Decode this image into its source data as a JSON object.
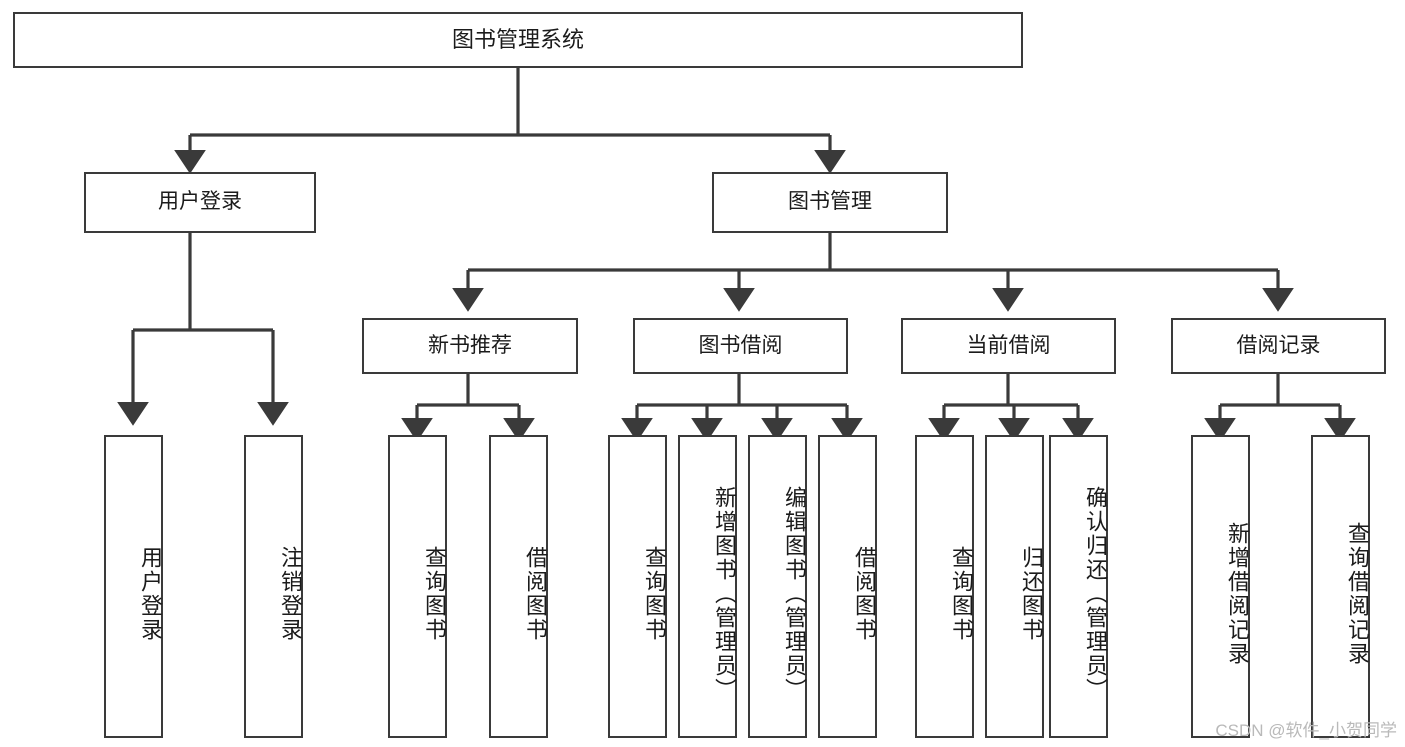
{
  "diagram": {
    "type": "tree",
    "title": "图书管理系统",
    "root": {
      "label": "图书管理系统"
    },
    "level2": [
      {
        "label": "用户登录"
      },
      {
        "label": "图书管理"
      }
    ],
    "level3": [
      {
        "label": "新书推荐"
      },
      {
        "label": "图书借阅"
      },
      {
        "label": "当前借阅"
      },
      {
        "label": "借阅记录"
      }
    ],
    "leaves": {
      "user_login": [
        {
          "label": "用户登录"
        },
        {
          "label": "注销登录"
        }
      ],
      "new_book_recommend": [
        {
          "label": "查询图书"
        },
        {
          "label": "借阅图书"
        }
      ],
      "book_borrow": [
        {
          "label": "查询图书"
        },
        {
          "label": "新增图书（管理员）"
        },
        {
          "label": "编辑图书（管理员）"
        },
        {
          "label": "借阅图书"
        }
      ],
      "current_borrow": [
        {
          "label": "查询图书"
        },
        {
          "label": "归还图书"
        },
        {
          "label": "确认归还（管理员）"
        }
      ],
      "borrow_record": [
        {
          "label": "新增借阅记录"
        },
        {
          "label": "查询借阅记录"
        }
      ]
    }
  },
  "watermark": {
    "text": "CSDN @软件_小贺同学"
  },
  "colors": {
    "border": "#3a3a3a",
    "background": "#ffffff",
    "text": "#1b1b1b",
    "watermark": "#b9b9b9"
  }
}
